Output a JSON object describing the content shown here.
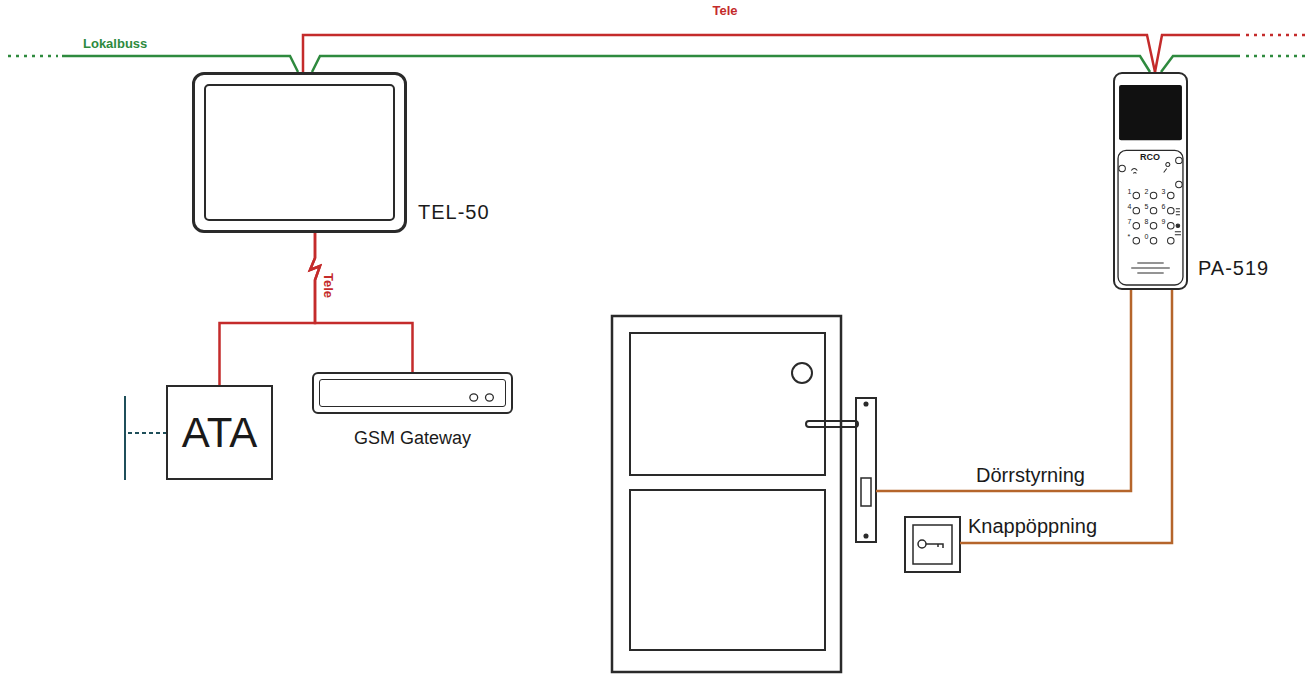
{
  "diagram": {
    "nodes": [
      {
        "text": [
          "TEL-50"
        ]
      },
      {
        "text": [
          "PA-519"
        ]
      },
      {
        "text": [
          "ATA"
        ]
      },
      {
        "text": [
          "GSM Gateway"
        ]
      }
    ],
    "edges": [
      {
        "from": 0,
        "to": 1,
        "label": "Tele",
        "arrow": "none"
      },
      {
        "from": 0,
        "to": 1,
        "arrow": "none"
      },
      {
        "from": 0,
        "to": 2,
        "label": "Tele",
        "arrow": "none"
      },
      {
        "from": 0,
        "to": 3,
        "arrow": "none"
      }
    ],
    "labels": [
      "Lokalbuss",
      "Dörrstyrning",
      "Knappöppning",
      "RCO",
      "1",
      "2",
      "3",
      "4",
      "5",
      "6",
      "7",
      "8",
      "9",
      "*",
      "0"
    ]
  }
}
